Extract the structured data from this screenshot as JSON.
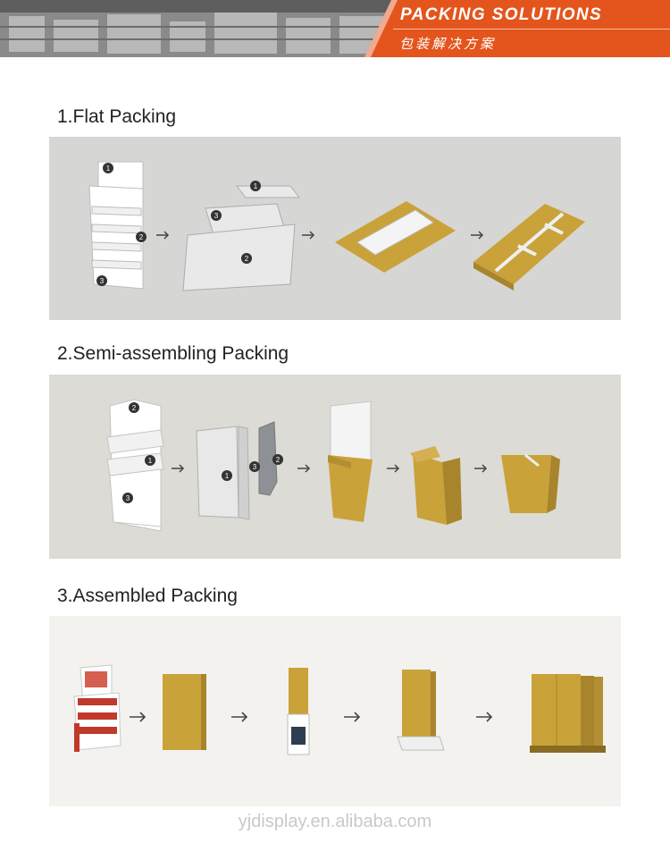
{
  "banner": {
    "title": "PACKING SOLUTIONS",
    "subtitle": "包装解决方案",
    "accent_color": "#e3551d"
  },
  "sections": [
    {
      "heading": "1.Flat Packing",
      "markers": [
        "1",
        "2",
        "3",
        "1",
        "3",
        "2"
      ]
    },
    {
      "heading": "2.Semi-assembling Packing",
      "markers": [
        "2",
        "1",
        "3",
        "1",
        "3",
        "2"
      ]
    },
    {
      "heading": "3.Assembled Packing",
      "markers": []
    }
  ],
  "icons": [
    "arrow-right-icon"
  ],
  "colors": {
    "cardboard": "#c9a23a",
    "panel_grey": "#d6d6d4"
  },
  "watermark": "yjdisplay.en.alibaba.com"
}
